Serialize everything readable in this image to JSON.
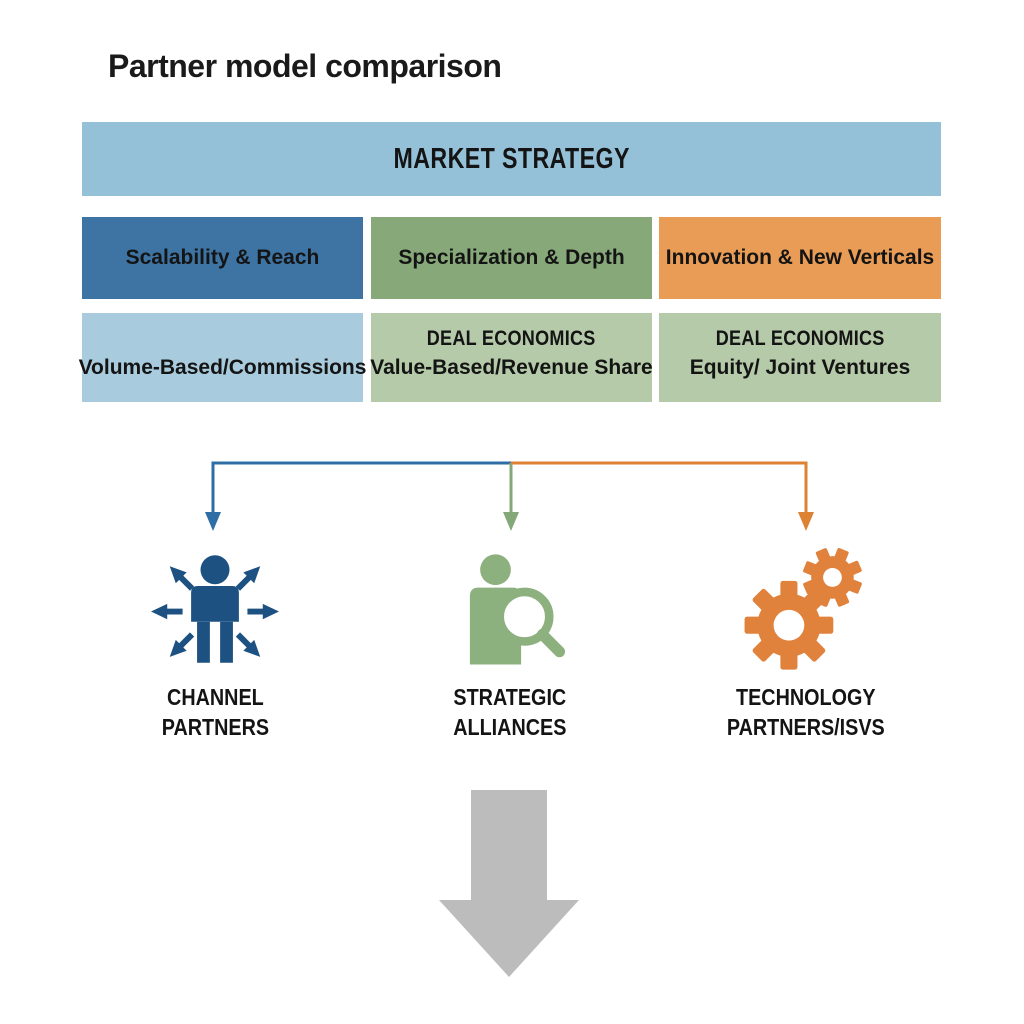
{
  "title": "Partner model comparison",
  "table": {
    "header": "MARKET STRATEGY",
    "columns": [
      {
        "strategy": "Scalability & Reach",
        "economics_title": "",
        "economics": "Volume-Based/Commissions"
      },
      {
        "strategy": "Specialization & Depth",
        "economics_title": "DEAL ECONOMICS",
        "economics": "Value-Based/Revenue Share"
      },
      {
        "strategy": "Innovation & New Verticals",
        "economics_title": "DEAL ECONOMICS",
        "economics": "Equity/ Joint Ventures"
      }
    ]
  },
  "partners": [
    {
      "label_line1": "CHANNEL",
      "label_line2": "PARTNERS",
      "icon": "person-expanding-arrows"
    },
    {
      "label_line1": "STRATEGIC",
      "label_line2": "ALLIANCES",
      "icon": "person-magnifier"
    },
    {
      "label_line1": "TECHNOLOGY",
      "label_line2": "PARTNERS/ISVS",
      "icon": "gears"
    }
  ],
  "colors": {
    "header_bar": "#95c1d8",
    "strategy_blue": "#3d74a4",
    "strategy_green": "#87a97a",
    "strategy_orange": "#e99c55",
    "economics_light_blue": "#a8cbdd",
    "economics_light_green": "#b5caa8",
    "icon_blue": "#1d5181",
    "icon_green": "#8db07f",
    "icon_orange": "#e0813c",
    "connector_blue": "#2f6ea5",
    "connector_green": "#84a877",
    "connector_orange": "#dd8233",
    "down_arrow_gray": "#bcbcbc",
    "text": "#161616"
  }
}
